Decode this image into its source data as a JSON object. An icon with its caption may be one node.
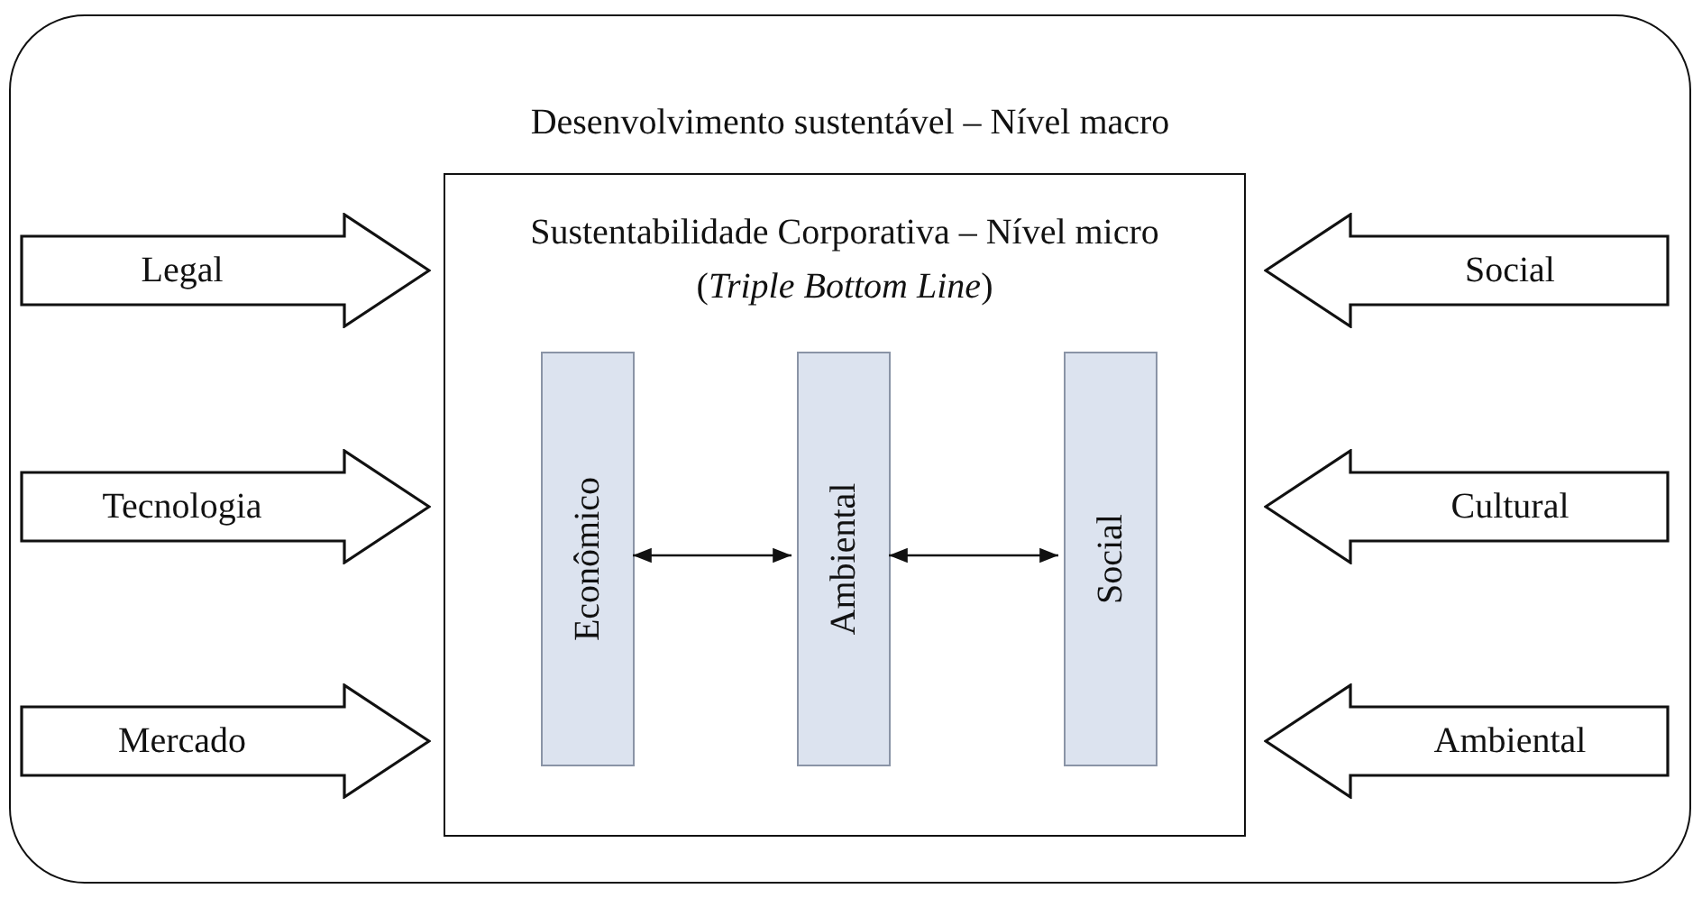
{
  "diagram": {
    "nodes": [
      {
        "text": [
          "Desenvolvimento sustentável – Nível macro"
        ]
      },
      {
        "text": [
          "Legal"
        ],
        "in": 0
      },
      {
        "text": [
          "Tecnologia"
        ],
        "in": 0
      },
      {
        "text": [
          "Mercado"
        ],
        "in": 0
      },
      {
        "text": [
          "Sustentabilidade Corporativa – Nível micro",
          "(*Triple Bottom Line*)"
        ],
        "in": 0
      },
      {
        "text": [
          "Econômico"
        ],
        "in": 4
      },
      {
        "text": [
          "Ambiental"
        ],
        "in": 4
      },
      {
        "text": [
          "Social"
        ],
        "in": 4
      },
      {
        "text": [
          "Social"
        ],
        "in": 0
      },
      {
        "text": [
          "Cultural"
        ],
        "in": 0
      },
      {
        "text": [
          "Ambiental"
        ],
        "in": 0
      }
    ],
    "edges": [
      {
        "from": 5,
        "to": 6,
        "arrow": "both"
      },
      {
        "from": 6,
        "to": 7,
        "arrow": "both"
      }
    ]
  }
}
